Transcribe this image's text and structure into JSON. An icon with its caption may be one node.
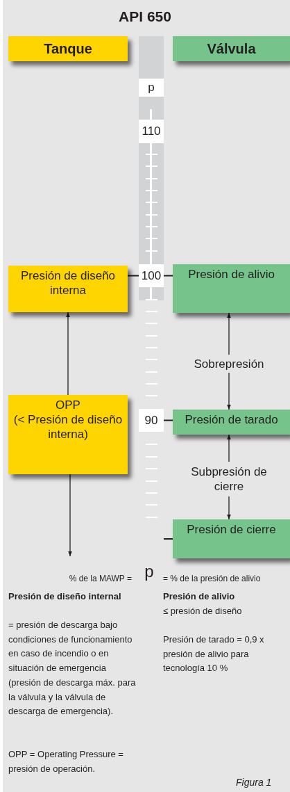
{
  "diagram": {
    "title": "API 650",
    "caption": "Figura 1",
    "nodes": [
      {
        "text": [
          "Tanque"
        ]
      },
      {
        "text": [
          "Válvula"
        ]
      },
      {
        "text": [
          "Presión de diseño interna"
        ]
      },
      {
        "text": [
          "OPP",
          "(< Presión de diseño interna)"
        ]
      },
      {
        "text": [
          "Presión de alivio"
        ]
      },
      {
        "text": [
          "Presión de tarado"
        ]
      },
      {
        "text": [
          "Presión de cierre"
        ]
      },
      {
        "text": [
          "Sobrepresión"
        ]
      },
      {
        "text": [
          "Subpresión de cierre"
        ]
      },
      {
        "text": [
          "p"
        ]
      },
      {
        "text": [
          "110"
        ]
      },
      {
        "text": [
          "100"
        ]
      },
      {
        "text": [
          "90"
        ]
      }
    ],
    "edges": [
      {
        "from": 3,
        "to": 2,
        "arrow": "to"
      },
      {
        "from": 3,
        "to": null,
        "arrow": "to"
      },
      {
        "from": 7,
        "to": 4,
        "arrow": "to"
      },
      {
        "from": 7,
        "to": 5,
        "arrow": "to"
      },
      {
        "from": 8,
        "to": 5,
        "arrow": "to"
      },
      {
        "from": 8,
        "to": 6,
        "arrow": "to"
      },
      {
        "from": 11,
        "to": 2,
        "arrow": "none"
      },
      {
        "from": 11,
        "to": 4,
        "arrow": "none"
      },
      {
        "from": 12,
        "to": 5,
        "arrow": "none"
      },
      {
        "from": null,
        "to": 6,
        "arrow": "none"
      }
    ],
    "labels": [
      "% de la MAWP =",
      "p",
      "= % de la presión de alivio",
      "Presión de diseño internal",
      "= presión de descarga bajo condiciones de funcionamiento en caso de incendio o en situación de emergencia (presión de descarga máx. para la válvula y la válvula de descarga de emergencia).",
      "OPP = Operating Pressure = presión de operación.",
      "Presión de alivio",
      "≤ presión de diseño",
      "Presión de tarado = 0,9 x presión de alivio para tecnología 10 %"
    ]
  }
}
